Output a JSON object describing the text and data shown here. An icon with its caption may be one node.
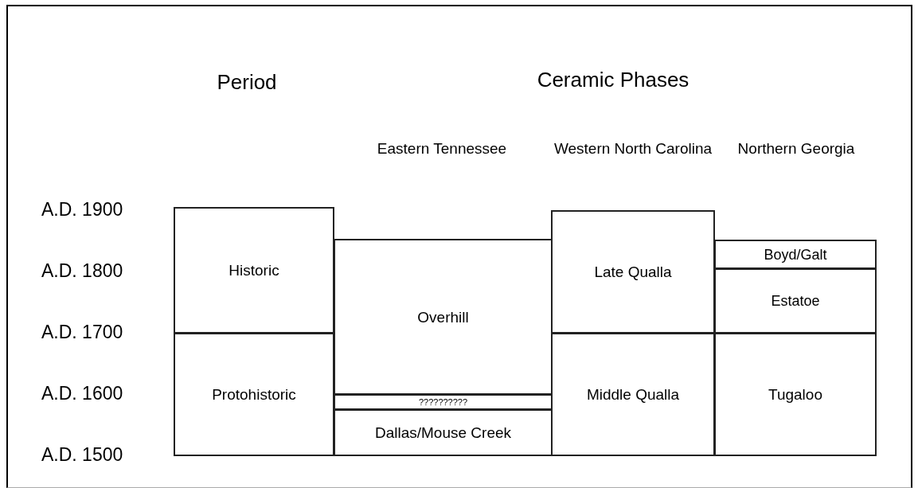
{
  "diagram": {
    "nodes": [
      {
        "text": [
          "Historic"
        ]
      },
      {
        "text": [
          "Protohistoric"
        ]
      },
      {
        "text": [
          "Overhill"
        ]
      },
      {
        "text": [
          "??????????"
        ]
      },
      {
        "text": [
          "Dallas/Mouse Creek"
        ]
      },
      {
        "text": [
          "Late Qualla"
        ]
      },
      {
        "text": [
          "Middle Qualla"
        ]
      },
      {
        "text": [
          "Boyd/Galt"
        ]
      },
      {
        "text": [
          "Estatoe"
        ]
      },
      {
        "text": [
          "Tugaloo"
        ]
      }
    ],
    "labels": [
      "Period",
      "Ceramic Phases",
      "Eastern Tennessee",
      "Western North Carolina",
      "Northern Georgia",
      "A.D. 1900",
      "A.D. 1800",
      "A.D. 1700",
      "A.D. 1600",
      "A.D. 1500"
    ]
  }
}
